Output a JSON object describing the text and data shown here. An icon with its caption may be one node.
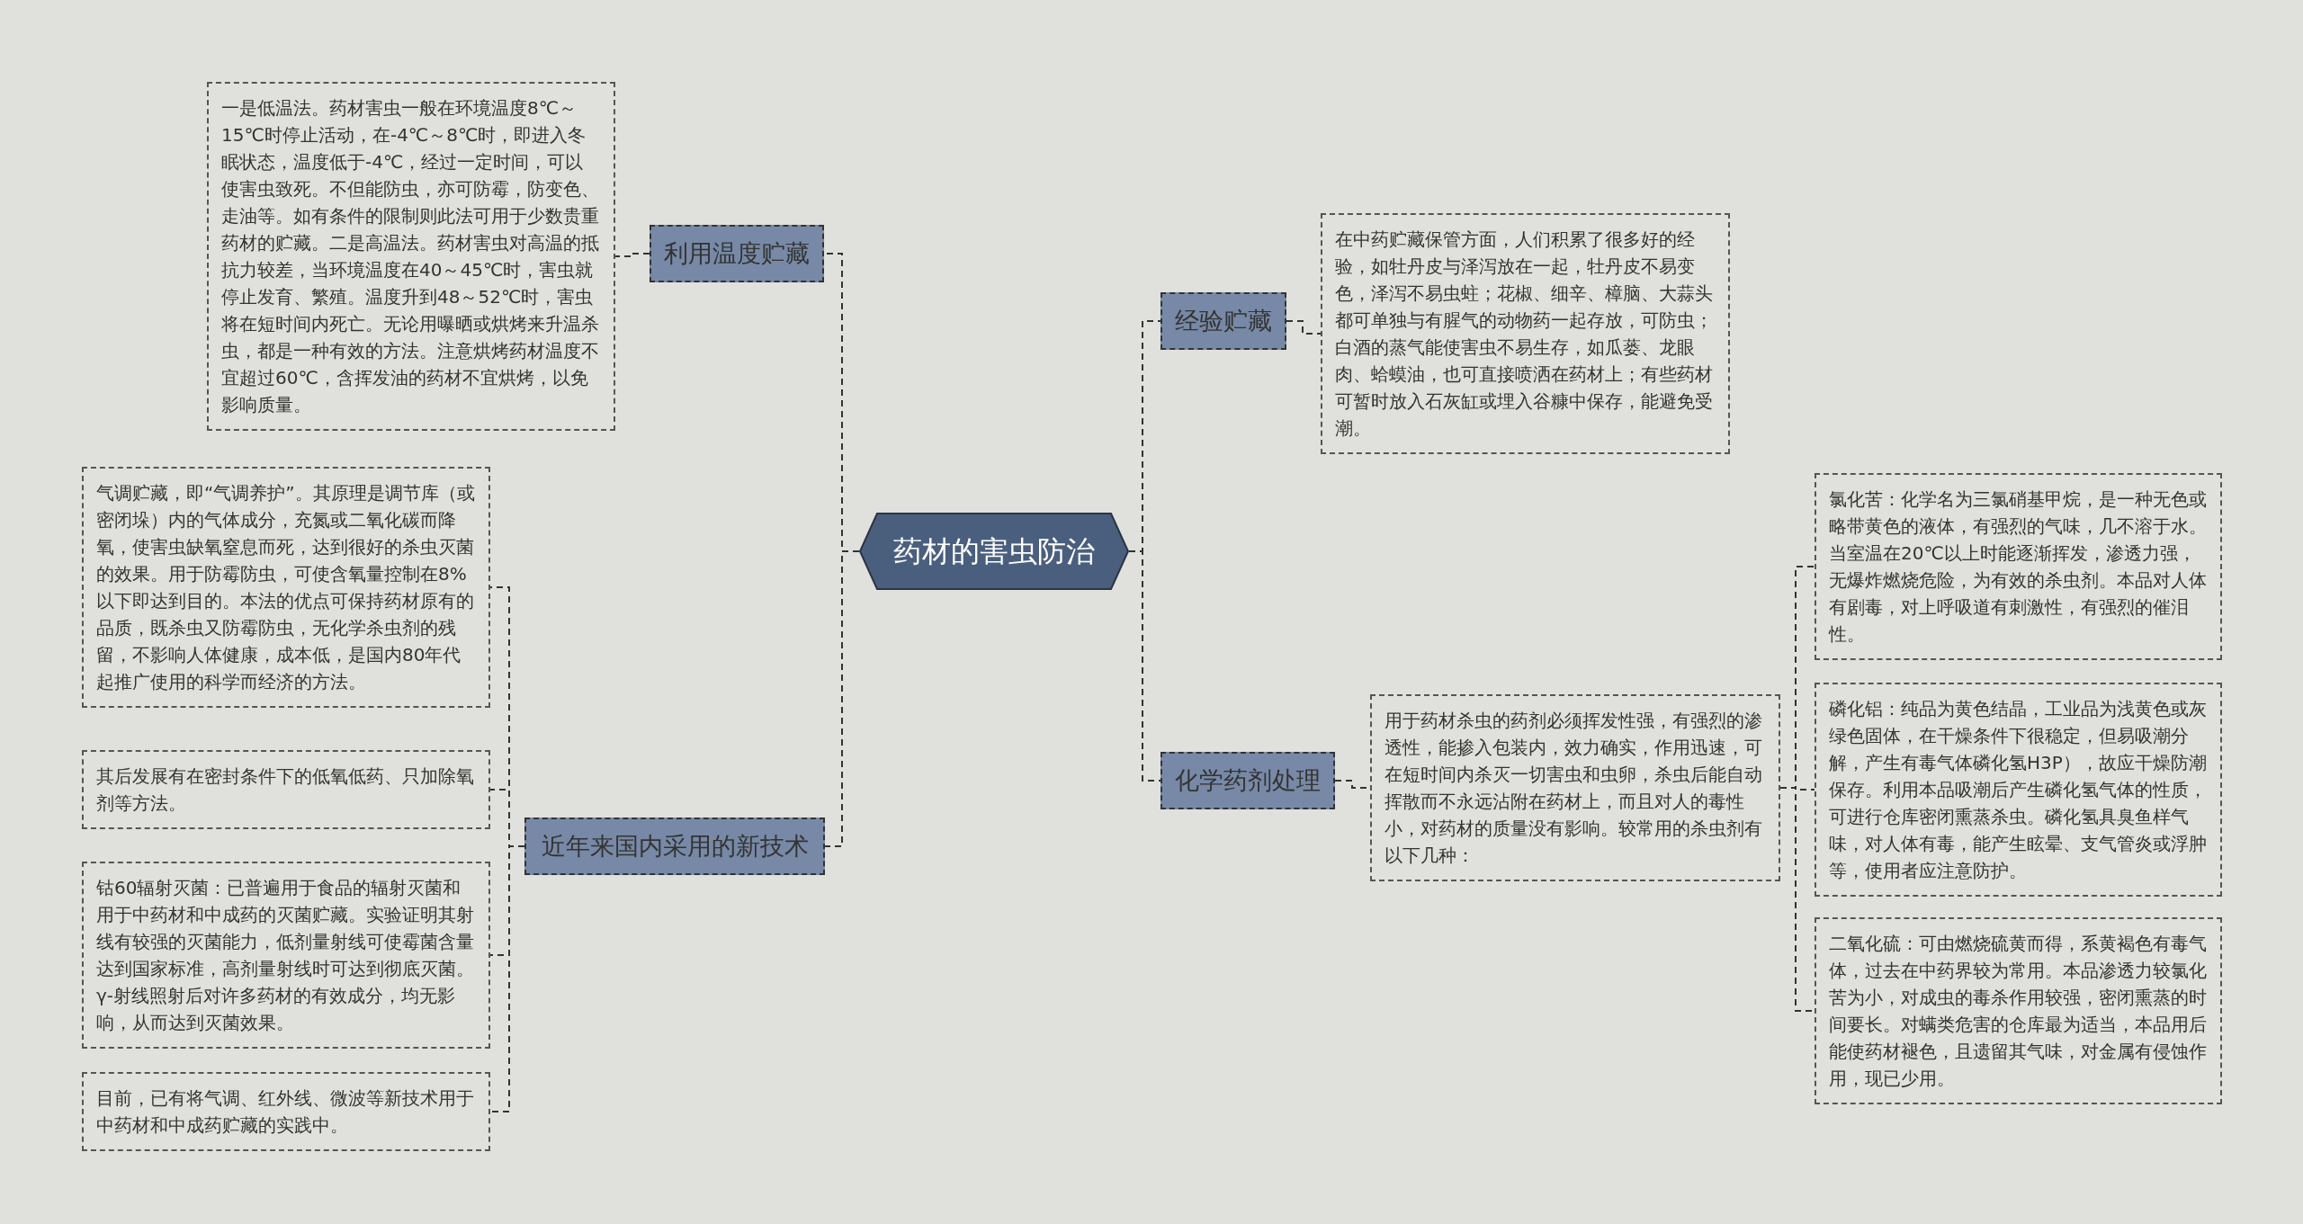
{
  "diagram": {
    "nodes": [
      {
        "text": [
          "药材的害虫防治"
        ]
      },
      {
        "text": [
          "利用温度贮藏"
        ]
      },
      {
        "text": [
          "一是低温法。药材害虫一般在环境温度8℃～15℃时停止活动，在-4℃～8℃时，即进入冬眠状态，温度低于-4℃，经过一定时间，可以使害虫致死。不但能防虫，亦可防霉，防变色、走油等。如有条件的限制则此法可用于少数贵重药材的贮藏。二是高温法。药材害虫对高温的抵抗力较差，当环境温度在40～45℃时，害虫就停止发育、繁殖。温度升到48～52℃时，害虫将在短时间内死亡。无论用曝晒或烘烤来升温杀虫，都是一种有效的方法。注意烘烤药材温度不宜超过60℃，含挥发油的药材不宜烘烤，以免影响质量。"
        ]
      },
      {
        "text": [
          "近年来国内采用的新技术"
        ]
      },
      {
        "text": [
          "气调贮藏，即“气调养护”。其原理是调节库（或密闭垛）内的气体成分，充氮或二氧化碳而降氧，使害虫缺氧窒息而死，达到很好的杀虫灭菌的效果。用于防霉防虫，可使含氧量控制在8%以下即达到目的。本法的优点可保持药材原有的品质，既杀虫又防霉防虫，无化学杀虫剂的残留，不影响人体健康，成本低，是国内80年代起推广使用的科学而经济的方法。"
        ]
      },
      {
        "text": [
          "其后发展有在密封条件下的低氧低药、只加除氧剂等方法。"
        ]
      },
      {
        "text": [
          "钴60辐射灭菌：已普遍用于食品的辐射灭菌和用于中药材和中成药的灭菌贮藏。实验证明其射线有较强的灭菌能力，低剂量射线可使霉菌含量达到国家标准，高剂量射线时可达到彻底灭菌。γ-射线照射后对许多药材的有效成分，均无影响，从而达到灭菌效果。"
        ]
      },
      {
        "text": [
          "目前，已有将气调、红外线、微波等新技术用于中药材和中成药贮藏的实践中。"
        ]
      },
      {
        "text": [
          "经验贮藏"
        ]
      },
      {
        "text": [
          "在中药贮藏保管方面，人们积累了很多好的经验，如牡丹皮与泽泻放在一起，牡丹皮不易变色，泽泻不易虫蛀；花椒、细辛、樟脑、大蒜头都可单独与有腥气的动物药一起存放，可防虫；白酒的蒸气能使害虫不易生存，如瓜蒌、龙眼肉、蛤蟆油，也可直接喷洒在药材上；有些药材可暂时放入石灰缸或埋入谷糠中保存，能避免受潮。"
        ]
      },
      {
        "text": [
          "化学药剂处理"
        ]
      },
      {
        "text": [
          "用于药材杀虫的药剂必须挥发性强，有强烈的渗透性，能掺入包装内，效力确实，作用迅速，可在短时间内杀灭一切害虫和虫卵，杀虫后能自动挥散而不永远沾附在药材上，而且对人的毒性小，对药材的质量没有影响。较常用的杀虫剂有以下几种："
        ]
      },
      {
        "text": [
          "氯化苦：化学名为三氯硝基甲烷，是一种无色或略带黄色的液体，有强烈的气味，几不溶于水。当室温在20℃以上时能逐渐挥发，渗透力强，无爆炸燃烧危险，为有效的杀虫剂。本品对人体有剧毒，对上呼吸道有刺激性，有强烈的催泪性。"
        ]
      },
      {
        "text": [
          "磷化铝：纯品为黄色结晶，工业品为浅黄色或灰绿色固体，在干燥条件下很稳定，但易吸潮分解，产生有毒气体磷化氢H3P），故应干燥防潮保存。利用本品吸潮后产生磷化氢气体的性质，可进行仓库密闭熏蒸杀虫。磷化氢具臭鱼样气味，对人体有毒，能产生眩晕、支气管炎或浮肿等，使用者应注意防护。"
        ]
      },
      {
        "text": [
          "二氧化硫：可由燃烧硫黄而得，系黄褐色有毒气体，过去在中药界较为常用。本品渗透力较氯化苦为小，对成虫的毒杀作用较强，密闭熏蒸的时间要长。对螨类危害的仓库最为适当，本品用后能使药材褪色，且遗留其气味，对金属有侵蚀作用，现已少用。"
        ]
      }
    ],
    "edges": [
      {
        "from": 0,
        "to": 1,
        "arrow": "none",
        "style": "dashed"
      },
      {
        "from": 0,
        "to": 3,
        "arrow": "none",
        "style": "dashed"
      },
      {
        "from": 0,
        "to": 8,
        "arrow": "none",
        "style": "dashed"
      },
      {
        "from": 0,
        "to": 10,
        "arrow": "none",
        "style": "dashed"
      },
      {
        "from": 1,
        "to": 2,
        "arrow": "none",
        "style": "dashed"
      },
      {
        "from": 3,
        "to": 4,
        "arrow": "none",
        "style": "dashed"
      },
      {
        "from": 3,
        "to": 5,
        "arrow": "none",
        "style": "dashed"
      },
      {
        "from": 3,
        "to": 6,
        "arrow": "none",
        "style": "dashed"
      },
      {
        "from": 3,
        "to": 7,
        "arrow": "none",
        "style": "dashed"
      },
      {
        "from": 8,
        "to": 9,
        "arrow": "none",
        "style": "dashed"
      },
      {
        "from": 10,
        "to": 11,
        "arrow": "none",
        "style": "dashed"
      },
      {
        "from": 11,
        "to": 12,
        "arrow": "none",
        "style": "dashed"
      },
      {
        "from": 11,
        "to": 13,
        "arrow": "none",
        "style": "dashed"
      },
      {
        "from": 11,
        "to": 14,
        "arrow": "none",
        "style": "dashed"
      }
    ]
  }
}
